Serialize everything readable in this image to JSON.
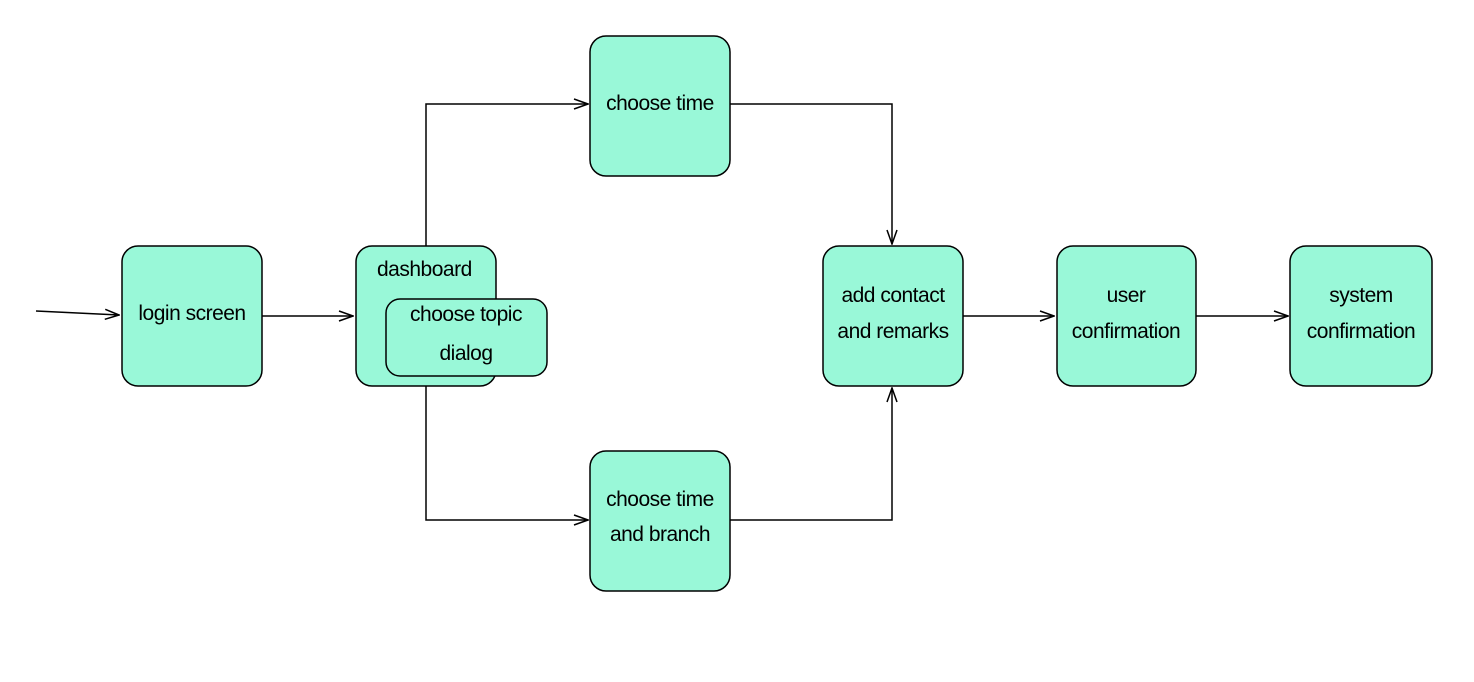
{
  "colors": {
    "node_fill": "#99f8d8",
    "node_stroke": "#000000",
    "edge": "#000000",
    "background": "#ffffff"
  },
  "nodes": {
    "login": {
      "lines": [
        "login screen"
      ]
    },
    "dashboard": {
      "lines": [
        "dashboard"
      ]
    },
    "topic_dialog": {
      "lines": [
        "choose topic",
        "dialog"
      ]
    },
    "choose_time": {
      "lines": [
        "choose time"
      ]
    },
    "choose_time_branch": {
      "lines": [
        "choose time",
        "and branch"
      ]
    },
    "add_contact": {
      "lines": [
        "add contact",
        "and remarks"
      ]
    },
    "user_confirmation": {
      "lines": [
        "user",
        "confirmation"
      ]
    },
    "system_confirmation": {
      "lines": [
        "system",
        "confirmation"
      ]
    }
  }
}
